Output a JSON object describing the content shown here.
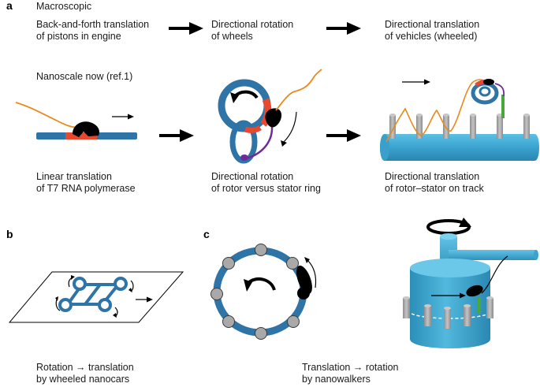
{
  "panels": {
    "a": {
      "letter": "a",
      "macroscopic_heading": "Macroscopic",
      "nanoscale_heading": "Nanoscale now (ref.1)",
      "macro_steps": [
        {
          "line1": "Back-and-forth translation",
          "line2": "of pistons in engine"
        },
        {
          "line1": "Directional rotation",
          "line2": "of wheels"
        },
        {
          "line1": "Directional translation",
          "line2": "of vehicles (wheeled)"
        }
      ],
      "nano_steps": [
        {
          "line1": "Linear translation",
          "line2": "of T7 RNA polymerase"
        },
        {
          "line1": "Directional rotation",
          "line2": "of rotor versus stator ring"
        },
        {
          "line1": "Directional translation",
          "line2": "of rotor–stator on track"
        }
      ]
    },
    "b": {
      "letter": "b",
      "caption_line1": "Rotation → translation",
      "caption_line2": "by wheeled nanocars"
    },
    "c": {
      "letter": "c",
      "caption_line1": "Translation → rotation",
      "caption_line2": "by nanowalkers"
    }
  },
  "colors": {
    "blue": "#2f74a6",
    "cylinder_blue": "#3ea6cf",
    "red": "#e8492e",
    "orange": "#e98a1c",
    "purple": "#6f2a9a",
    "green": "#49a83c",
    "grey": "#a9a9a9",
    "black": "#000000"
  }
}
